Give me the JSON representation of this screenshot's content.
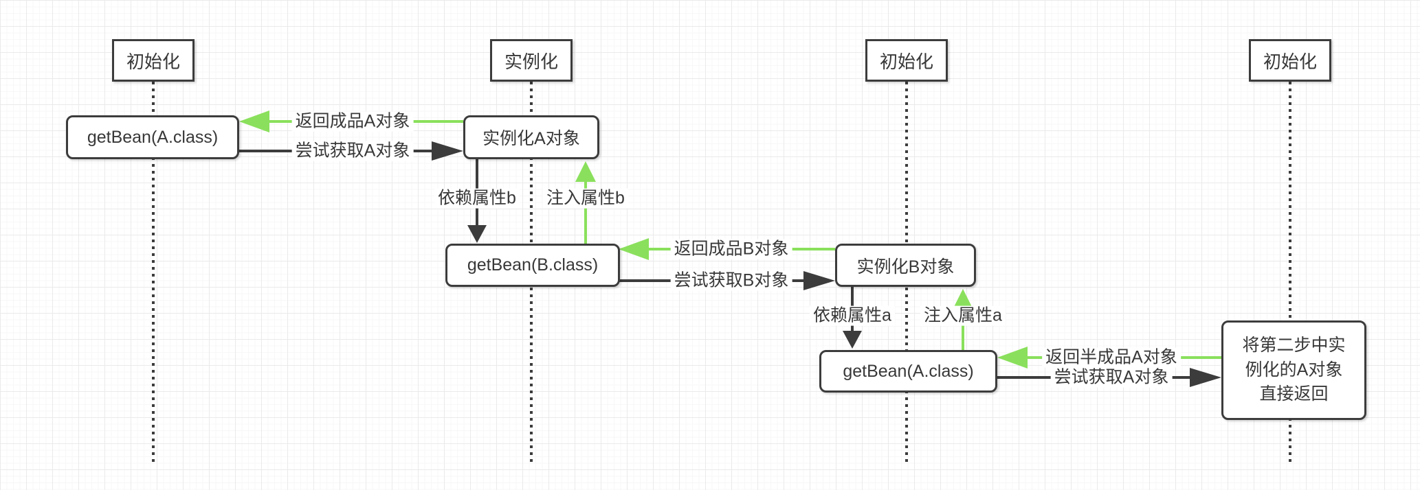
{
  "diagram": {
    "lifelines": [
      {
        "label": "初始化"
      },
      {
        "label": "实例化"
      },
      {
        "label": "初始化"
      },
      {
        "label": "初始化"
      }
    ],
    "nodes": [
      {
        "label": "getBean(A.class)"
      },
      {
        "label": "实例化A对象"
      },
      {
        "label": "getBean(B.class)"
      },
      {
        "label": "实例化B对象"
      },
      {
        "label": "getBean(A.class)"
      },
      {
        "label": "将第二步中实例化的A对象直接返回"
      }
    ],
    "messages": [
      {
        "label": "返回成品A对象",
        "direction": "left",
        "color": "green"
      },
      {
        "label": "尝试获取A对象",
        "direction": "right",
        "color": "black"
      },
      {
        "label": "依赖属性b",
        "direction": "down",
        "color": "black"
      },
      {
        "label": "注入属性b",
        "direction": "up",
        "color": "green"
      },
      {
        "label": "返回成品B对象",
        "direction": "left",
        "color": "green"
      },
      {
        "label": "尝试获取B对象",
        "direction": "right",
        "color": "black"
      },
      {
        "label": "依赖属性a",
        "direction": "down",
        "color": "black"
      },
      {
        "label": "注入属性a",
        "direction": "up",
        "color": "green"
      },
      {
        "label": "返回半成品A对象",
        "direction": "left",
        "color": "green"
      },
      {
        "label": "尝试获取A对象",
        "direction": "right",
        "color": "black"
      }
    ],
    "colors": {
      "green": "#8ae05c",
      "dark": "#3c3c3c"
    }
  }
}
